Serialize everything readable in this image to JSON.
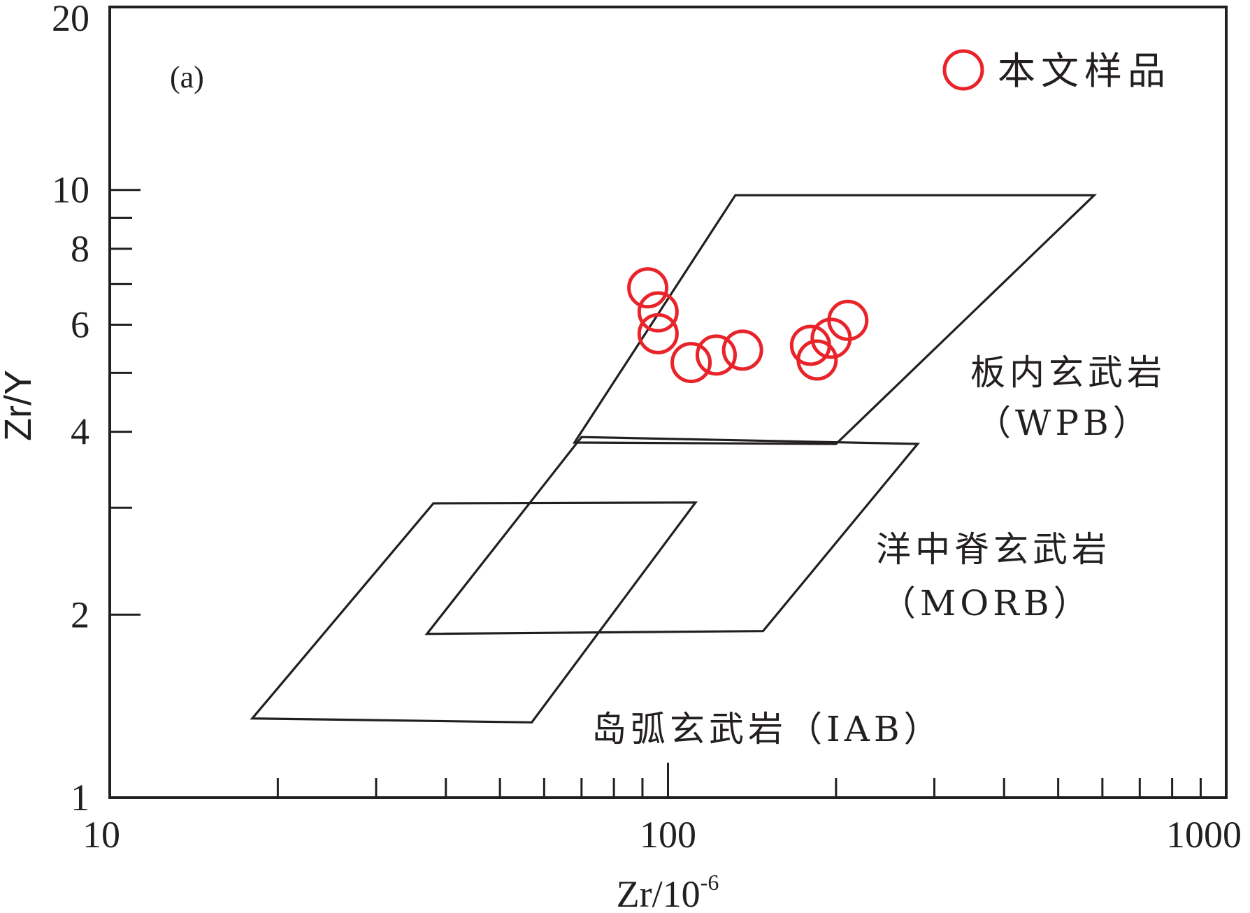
{
  "chart_data": {
    "type": "scatter",
    "panel_label": "(a)",
    "x_axis": {
      "label_base": "Zr/10",
      "label_exp": "-6",
      "scale": "log",
      "range": [
        10,
        1000
      ],
      "tick_labels": [
        "10",
        "100",
        "1000"
      ],
      "major_ticks": [
        10,
        100,
        1000
      ],
      "minor_ticks": [
        20,
        30,
        40,
        50,
        60,
        70,
        80,
        90,
        200,
        300,
        400,
        500,
        600,
        700,
        800,
        900
      ]
    },
    "y_axis": {
      "label": "Zr/Y",
      "scale": "log",
      "range": [
        1,
        20
      ],
      "ticks": [
        {
          "value": 1,
          "label": "1"
        },
        {
          "value": 2,
          "label": "2"
        },
        {
          "value": 3,
          "label": ""
        },
        {
          "value": 4,
          "label": "4"
        },
        {
          "value": 5,
          "label": ""
        },
        {
          "value": 6,
          "label": "6"
        },
        {
          "value": 7,
          "label": ""
        },
        {
          "value": 8,
          "label": "8"
        },
        {
          "value": 9,
          "label": ""
        },
        {
          "value": 10,
          "label": "10"
        },
        {
          "value": 20,
          "label": "20"
        }
      ]
    },
    "legend": {
      "position": "top-right",
      "label": "本文样品",
      "marker": "open-circle",
      "color": "#e8232a"
    },
    "series": [
      {
        "name": "本文样品",
        "marker": "open-circle",
        "color": "#e8232a",
        "points": [
          {
            "x": 92,
            "y": 6.9
          },
          {
            "x": 96,
            "y": 6.3
          },
          {
            "x": 96,
            "y": 5.8
          },
          {
            "x": 110,
            "y": 5.2
          },
          {
            "x": 122,
            "y": 5.35
          },
          {
            "x": 136,
            "y": 5.45
          },
          {
            "x": 180,
            "y": 5.55
          },
          {
            "x": 185,
            "y": 5.25
          },
          {
            "x": 196,
            "y": 5.7
          },
          {
            "x": 210,
            "y": 6.1
          }
        ]
      }
    ],
    "fields": [
      {
        "label": "板内玄武岩",
        "code": "（WPB）",
        "vertices": [
          [
            68,
            3.84
          ],
          [
            132,
            9.8
          ],
          [
            580,
            9.8
          ],
          [
            200,
            3.82
          ]
        ]
      },
      {
        "label": "洋中脊玄武岩",
        "code": "（MORB）",
        "vertices": [
          [
            70,
            3.92
          ],
          [
            280,
            3.82
          ],
          [
            148,
            1.88
          ],
          [
            37,
            1.86
          ]
        ]
      },
      {
        "label": "岛弧玄武岩（IAB）",
        "code": "",
        "vertices": [
          [
            38,
            3.05
          ],
          [
            112,
            3.06
          ],
          [
            57,
            1.33
          ],
          [
            18,
            1.35
          ]
        ]
      }
    ],
    "line_color": "#231f20"
  }
}
